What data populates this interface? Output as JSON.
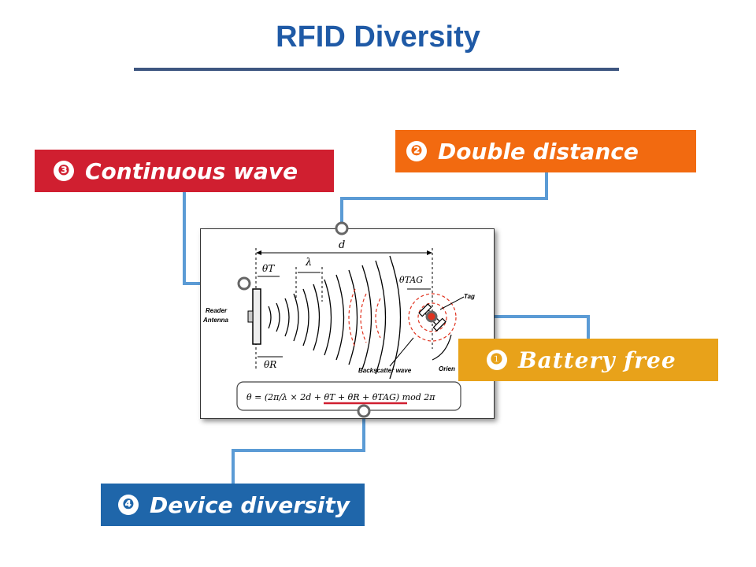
{
  "slide": {
    "title": "RFID Diversity"
  },
  "callouts": {
    "continuous": {
      "num": "❸",
      "label": "Continuous wave",
      "color": "#d01f30"
    },
    "distance": {
      "num": "❷",
      "label": "Double distance",
      "color": "#f26a10"
    },
    "battery": {
      "num": "❶",
      "label": "Battery free",
      "color": "#e8a21a"
    },
    "device": {
      "num": "❹",
      "label": "Device diversity",
      "color": "#1f66aa"
    }
  },
  "figure": {
    "distance_symbol": "d",
    "wavelength_symbol": "λ",
    "theta_t": "θT",
    "theta_r": "θR",
    "theta_tag": "θTAG",
    "reader_label_1": "Reader",
    "reader_label_2": "Antenna",
    "tag_label": "Tag",
    "backscatter_label": "Backscatter wave",
    "orientation_label": "Orien",
    "formula": "θ = (2π/λ × 2d + θT + θR + θTAG) mod 2π"
  },
  "colors": {
    "connector": "#5b9bd5",
    "accent_underline": "#d01f30",
    "backscatter_ring": "#e0321e"
  }
}
